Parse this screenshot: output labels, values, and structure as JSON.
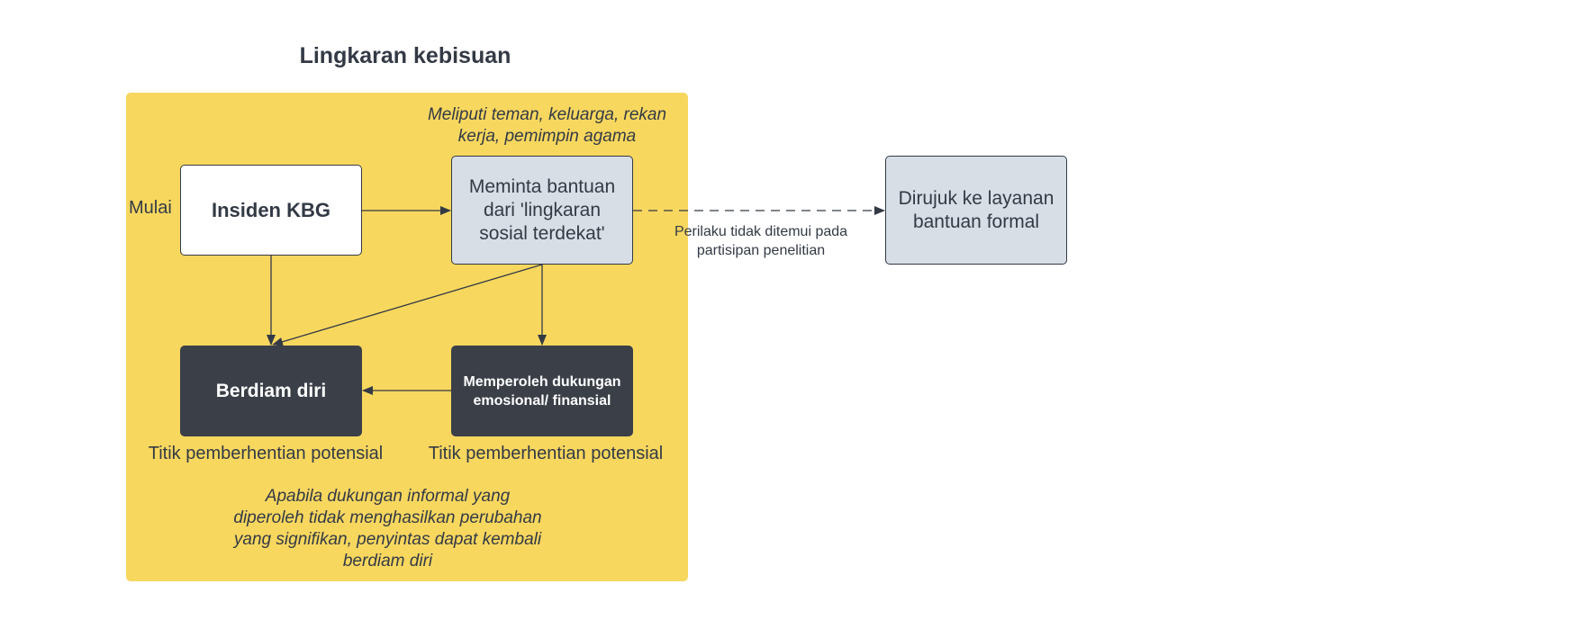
{
  "title": "Lingkaran kebisuan",
  "nodes": {
    "insiden": "Insiden KBG",
    "meminta": "Meminta bantuan dari 'lingkaran sosial terdekat'",
    "berdiam": "Berdiam diri",
    "memperoleh": "Memperoleh dukungan emosional/ finansial",
    "dirujuk": "Dirujuk ke layanan bantuan formal"
  },
  "labels": {
    "mulai": "Mulai",
    "meliputi": "Meliputi teman, keluarga, rekan kerja, pemimpin agama",
    "perilaku": "Perilaku tidak ditemui pada partisipan penelitian",
    "titik_1": "Titik pemberhentian potensial",
    "titik_2": "Titik pemberhentian potensial",
    "apabila": "Apabila dukungan informal yang diperoleh tidak menghasilkan perubahan yang signifikan, penyintas dapat kembali berdiam diri"
  },
  "colors": {
    "container": "#f8d75f",
    "dark_node": "#3a3f48",
    "grey_node": "#d7dee6",
    "text": "#333a45"
  }
}
